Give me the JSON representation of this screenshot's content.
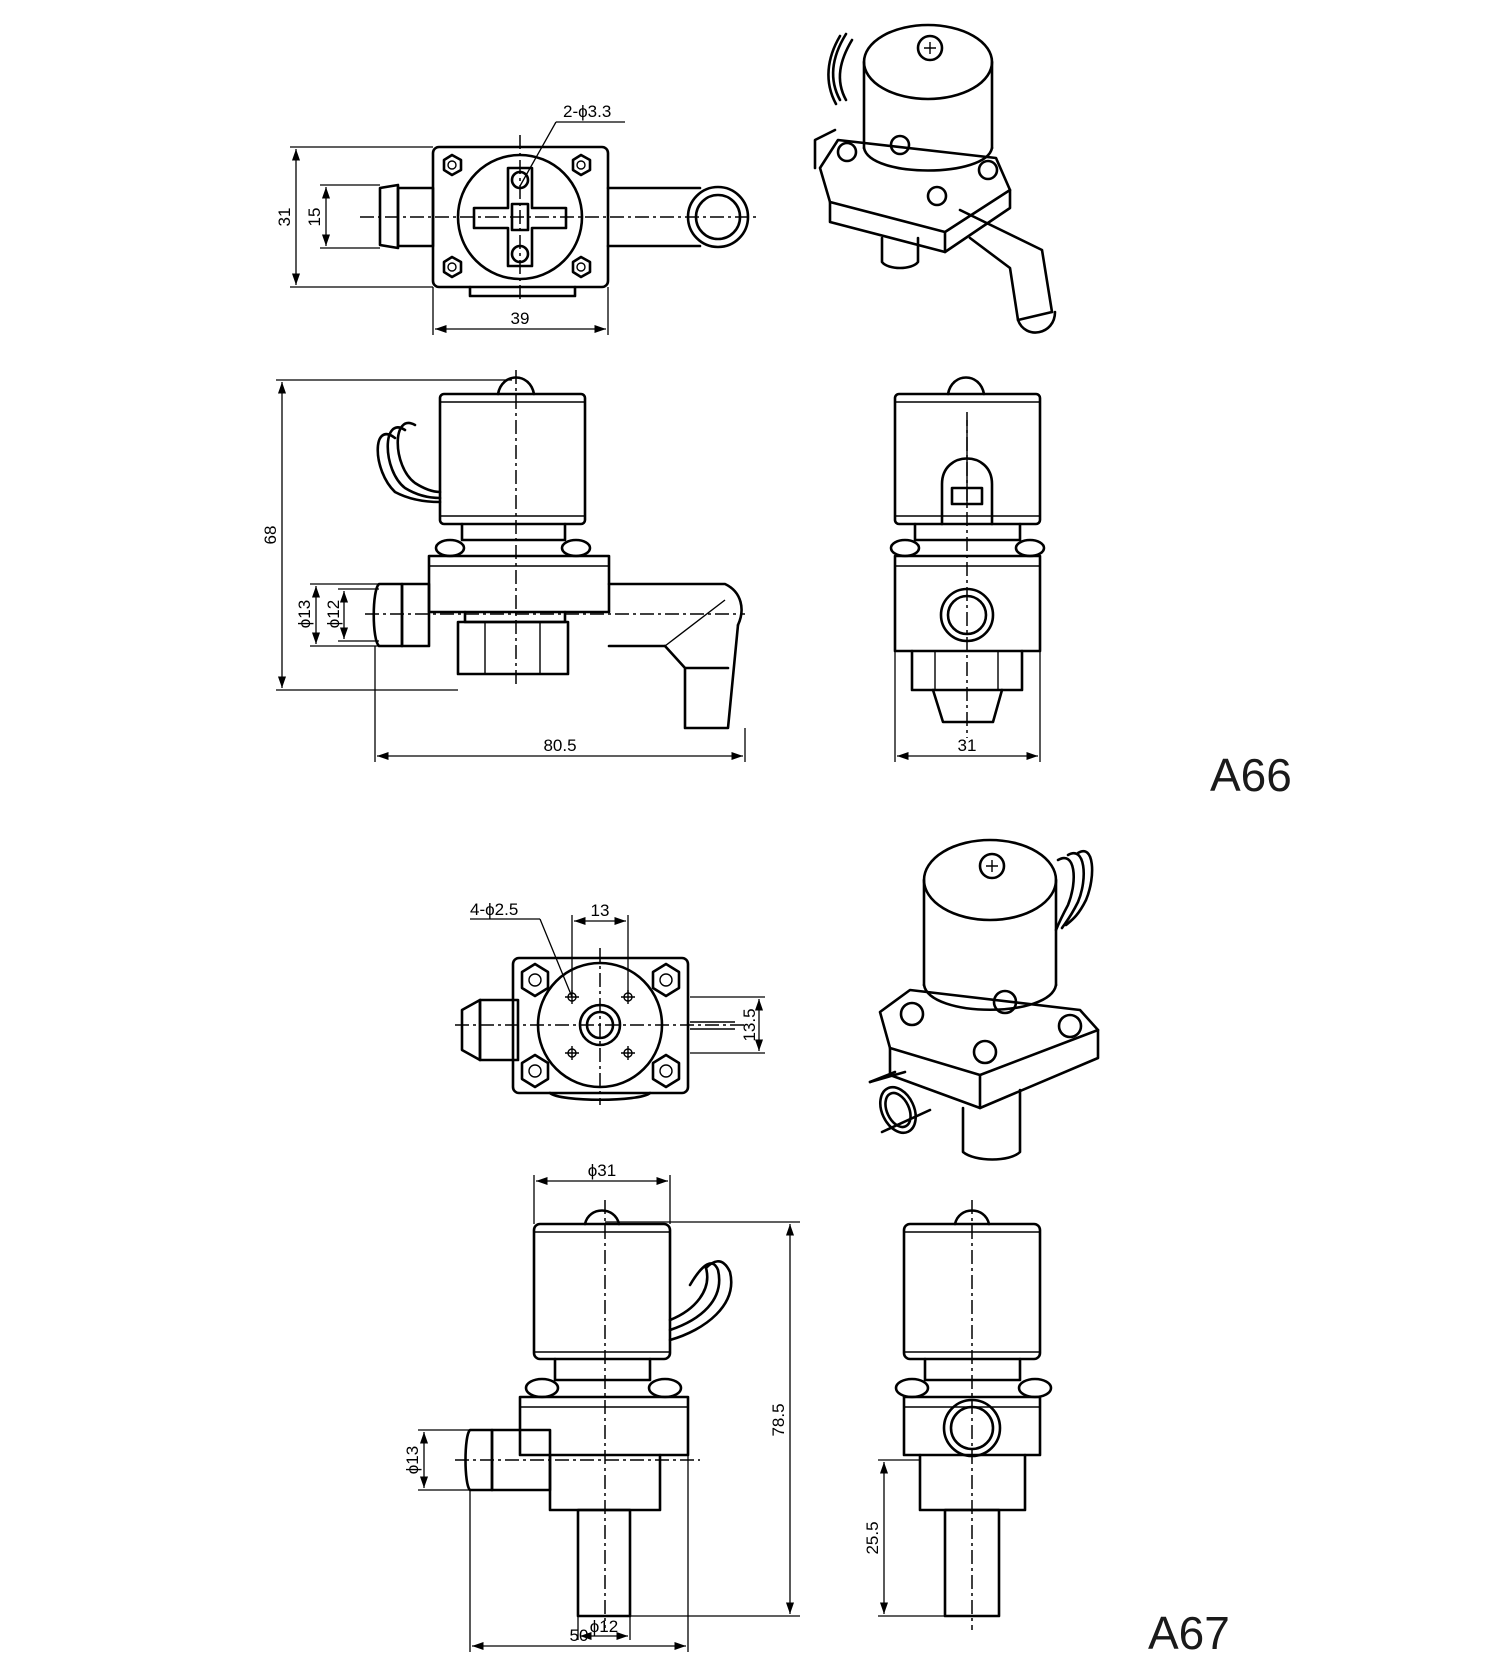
{
  "models": {
    "a66": "A66",
    "a67": "A67"
  },
  "a66": {
    "top_view": {
      "hole_note": "2-ϕ3.3",
      "height_outer": "31",
      "height_inner": "15",
      "width": "39"
    },
    "front_view": {
      "height": "68",
      "dia_outer": "ϕ13",
      "dia_inner": "ϕ12",
      "length": "80.5"
    },
    "side_view": {
      "width": "31"
    }
  },
  "a67": {
    "top_view": {
      "hole_note": "4-ϕ2.5",
      "spacing": "13",
      "offset": "13.5"
    },
    "front_view": {
      "coil_dia": "ϕ31",
      "height": "78.5",
      "inlet_dia": "ϕ13",
      "outlet_dia": "ϕ12",
      "width": "50"
    },
    "side_view": {
      "outlet_height": "25.5"
    }
  }
}
